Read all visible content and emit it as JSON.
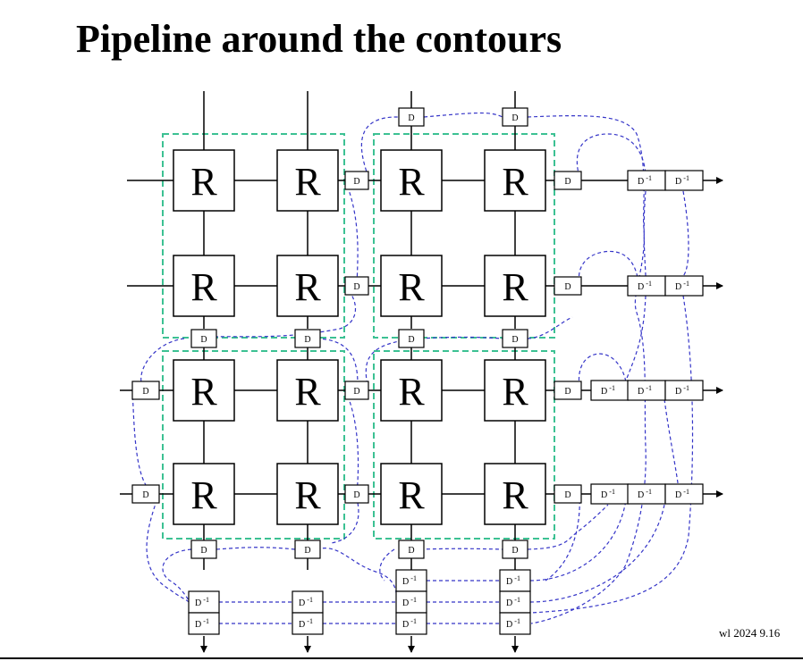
{
  "slide": {
    "title": "Pipeline around the contours",
    "footer": "wl 2024  9.16"
  },
  "diagram": {
    "router_label": "R",
    "delay_label": "D",
    "inverse_delay_label": "D -1",
    "colors": {
      "wire": "#000000",
      "contour": "#3cc193",
      "feedback": "#3535c8"
    }
  }
}
